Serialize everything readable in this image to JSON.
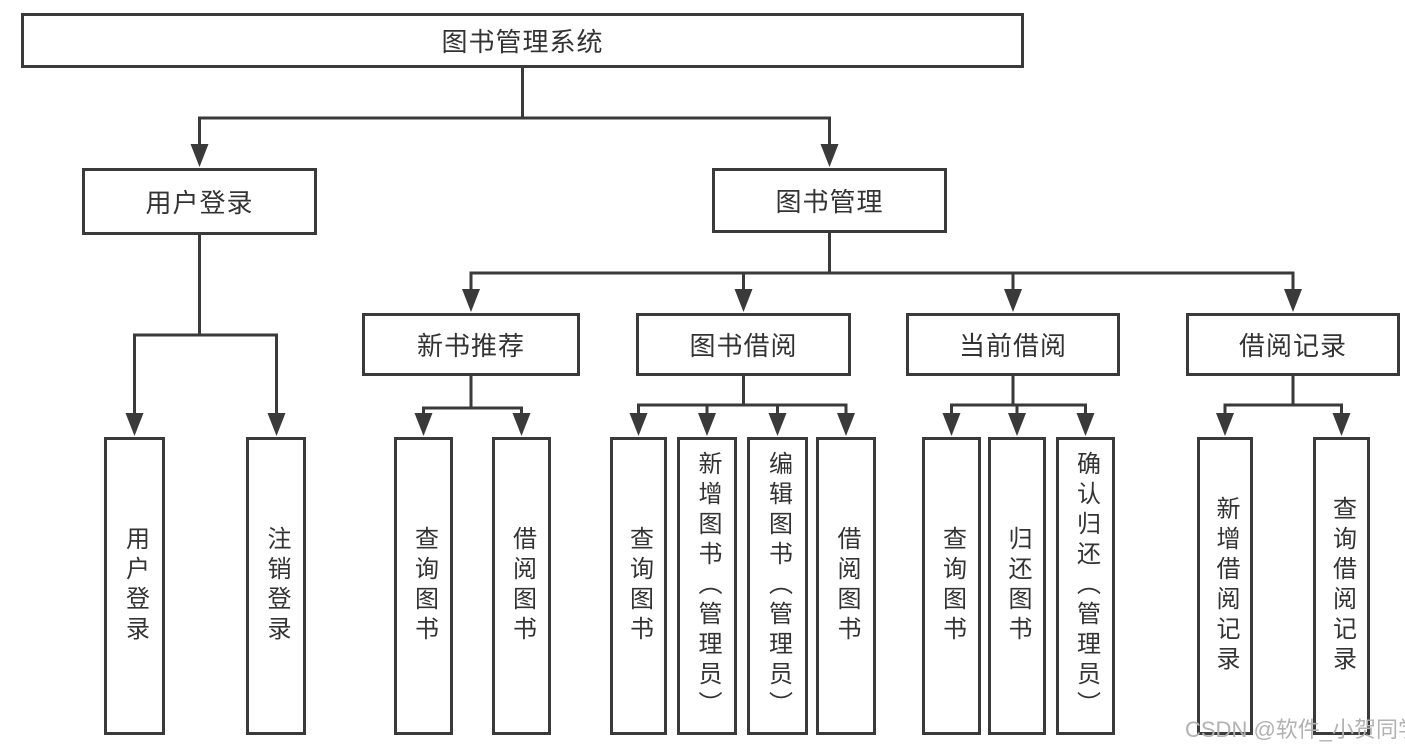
{
  "diagram": {
    "tree": {
      "label": "图书管理系统",
      "children": [
        {
          "label": "用户登录",
          "children": [
            {
              "label": "用户登录"
            },
            {
              "label": "注销登录"
            }
          ]
        },
        {
          "label": "图书管理",
          "children": [
            {
              "label": "新书推荐",
              "children": [
                {
                  "label": "查询图书"
                },
                {
                  "label": "借阅图书"
                }
              ]
            },
            {
              "label": "图书借阅",
              "children": [
                {
                  "label": "查询图书"
                },
                {
                  "label": "新增图书（管理员）"
                },
                {
                  "label": "编辑图书（管理员）"
                },
                {
                  "label": "借阅图书"
                }
              ]
            },
            {
              "label": "当前借阅",
              "children": [
                {
                  "label": "查询图书"
                },
                {
                  "label": "归还图书"
                },
                {
                  "label": "确认归还（管理员）"
                }
              ]
            },
            {
              "label": "借阅记录",
              "children": [
                {
                  "label": "新增借阅记录"
                },
                {
                  "label": "查询借阅记录"
                }
              ]
            }
          ]
        }
      ]
    },
    "colors": {
      "line": "#3a3a3a",
      "text": "#333333",
      "background": "#ffffff",
      "watermark": "#b2b2b2"
    }
  },
  "watermark": {
    "text": "CSDN @软件_小贺同学"
  }
}
